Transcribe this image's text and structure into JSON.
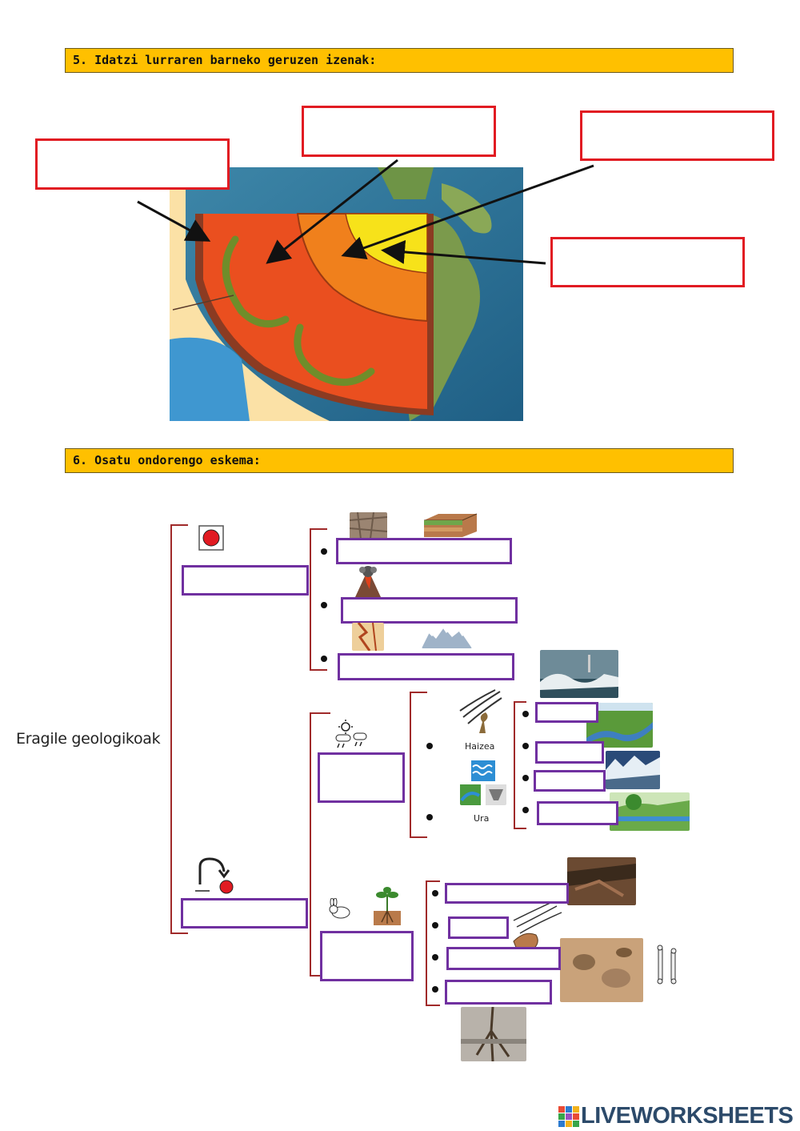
{
  "section5": {
    "title": "5. Idatzi lurraren barneko geruzen izenak:"
  },
  "section6": {
    "title": "6. Osatu ondorengo eskema:"
  },
  "scheme": {
    "root": "Eragile geologikoak",
    "wind_label": "Haizea",
    "water_label": "Ura"
  },
  "footer": {
    "logo": "LIVEWORKSHEETS"
  },
  "colors": {
    "header": "#ffc000",
    "red_box": "#e11b22",
    "purple_box": "#7030a0"
  }
}
